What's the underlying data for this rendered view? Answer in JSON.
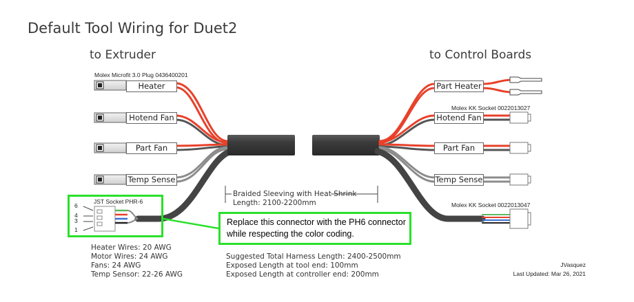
{
  "title": "Default Tool Wiring for Duet2",
  "left_heading": "to Extruder",
  "right_heading": "to Control Boards",
  "left_connector_label": "Molex Microfit 3.0 Plug 0436400201",
  "left_wires": [
    "Heater",
    "Hotend Fan",
    "Part Fan",
    "Temp Sense"
  ],
  "right_wires": [
    "Part Heater",
    "Hotend Fan",
    "Part Fan",
    "Temp Sense"
  ],
  "kk_socket_top": "Molex KK Socket 0022013027",
  "kk_socket_bottom": "Molex KK Socket 0022013047",
  "jst_label": "JST Socket PHR-6",
  "jst_pins": [
    "6",
    "4",
    "3",
    "1"
  ],
  "sleeve_label": "Braided Sleeving with Heat Shrink",
  "sleeve_length": "Length: 2100-2200mm",
  "callout": "Replace this connector with the PH6 connector while respecting the color coding.",
  "wire_gauges": [
    "Heater Wires: 20 AWG",
    "Motor Wires: 24 AWG",
    "Fans: 24 AWG",
    "Temp Sensor: 22-26 AWG"
  ],
  "harness_notes": [
    "Suggested Total Harness Length: 2400-2500mm",
    "Exposed Length at tool end: 100mm",
    "Exposed Length at controller end: 200mm"
  ],
  "author": "JVasquez",
  "updated": "Last Updated: Mar 26, 2021",
  "colors": {
    "red": "#e8412a",
    "dark": "#4b4b4b",
    "gray": "#8c8c8c",
    "highlight": "#2ae02a"
  }
}
